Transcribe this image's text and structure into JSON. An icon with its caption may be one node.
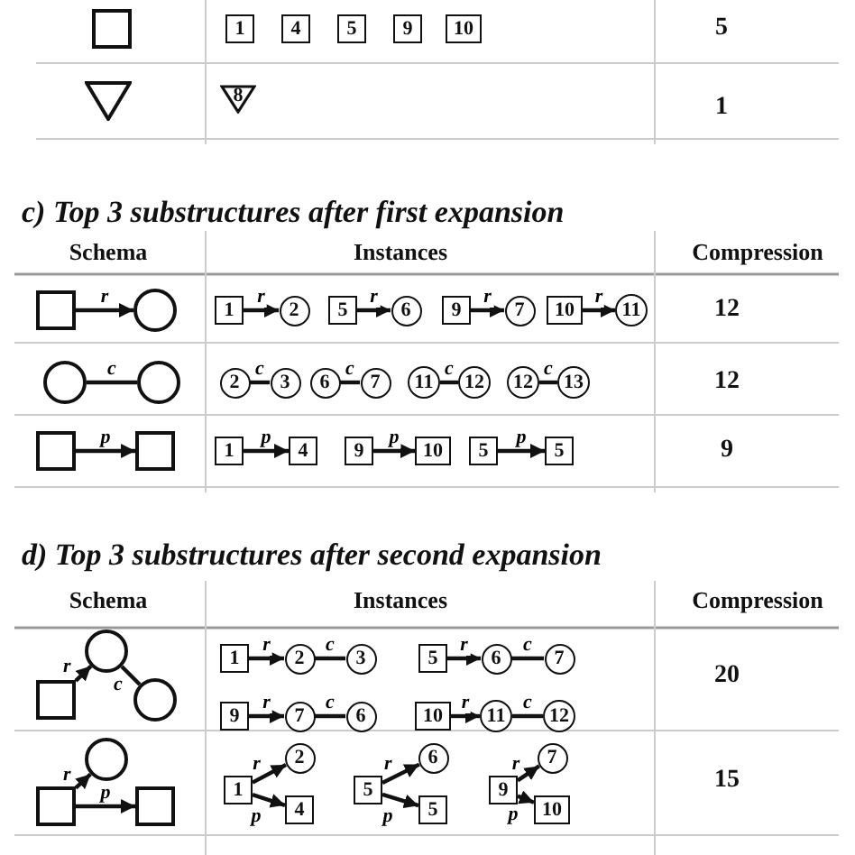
{
  "diagram": {
    "nodes": [
      {
        "text": [],
        "shape": "box"
      },
      {
        "text": [
          "1"
        ]
      },
      {
        "text": [
          "4"
        ]
      },
      {
        "text": [
          "5"
        ]
      },
      {
        "text": [
          "9"
        ]
      },
      {
        "text": [
          "10"
        ]
      },
      {
        "text": [],
        "shape": "triangle"
      },
      {
        "text": [
          "8"
        ]
      },
      {
        "text": [],
        "shape": "box"
      },
      {
        "text": [],
        "shape": "circle"
      },
      {
        "text": [
          "1"
        ]
      },
      {
        "text": [
          "2"
        ]
      },
      {
        "text": [
          "5"
        ]
      },
      {
        "text": [
          "6"
        ]
      },
      {
        "text": [
          "9"
        ]
      },
      {
        "text": [
          "7"
        ]
      },
      {
        "text": [
          "10"
        ]
      },
      {
        "text": [
          "11"
        ]
      },
      {
        "text": [],
        "shape": "circle"
      },
      {
        "text": [],
        "shape": "circle"
      },
      {
        "text": [
          "2"
        ]
      },
      {
        "text": [
          "3"
        ]
      },
      {
        "text": [
          "6"
        ]
      },
      {
        "text": [
          "7"
        ]
      },
      {
        "text": [
          "11"
        ]
      },
      {
        "text": [
          "12"
        ]
      },
      {
        "text": [
          "12"
        ]
      },
      {
        "text": [
          "13"
        ]
      },
      {
        "text": [],
        "shape": "box"
      },
      {
        "text": [],
        "shape": "box"
      },
      {
        "text": [
          "1"
        ]
      },
      {
        "text": [
          "4"
        ]
      },
      {
        "text": [
          "9"
        ]
      },
      {
        "text": [
          "10"
        ]
      },
      {
        "text": [
          "5"
        ]
      },
      {
        "text": [
          "5"
        ]
      },
      {
        "text": [],
        "shape": "circle"
      },
      {
        "text": [],
        "shape": "box"
      },
      {
        "text": [],
        "shape": "circle"
      },
      {
        "text": [
          "1"
        ]
      },
      {
        "text": [
          "2"
        ]
      },
      {
        "text": [
          "3"
        ]
      },
      {
        "text": [
          "5"
        ]
      },
      {
        "text": [
          "6"
        ]
      },
      {
        "text": [
          "7"
        ]
      },
      {
        "text": [
          "9"
        ]
      },
      {
        "text": [
          "7"
        ]
      },
      {
        "text": [
          "6"
        ]
      },
      {
        "text": [
          "10"
        ]
      },
      {
        "text": [
          "11"
        ]
      },
      {
        "text": [
          "12"
        ]
      },
      {
        "text": [],
        "shape": "circle"
      },
      {
        "text": [],
        "shape": "box"
      },
      {
        "text": [],
        "shape": "box"
      },
      {
        "text": [
          "1"
        ]
      },
      {
        "text": [
          "2"
        ]
      },
      {
        "text": [
          "4"
        ]
      },
      {
        "text": [
          "5"
        ]
      },
      {
        "text": [
          "6"
        ]
      },
      {
        "text": [
          "5"
        ]
      },
      {
        "text": [
          "9"
        ]
      },
      {
        "text": [
          "7"
        ]
      },
      {
        "text": [
          "10"
        ]
      }
    ],
    "edges": [
      {
        "from": 8,
        "to": 9,
        "arrow": "to",
        "label": "r"
      },
      {
        "from": 10,
        "to": 11,
        "arrow": "to",
        "label": "r"
      },
      {
        "from": 12,
        "to": 13,
        "arrow": "to",
        "label": "r"
      },
      {
        "from": 14,
        "to": 15,
        "arrow": "to",
        "label": "r"
      },
      {
        "from": 16,
        "to": 17,
        "arrow": "to",
        "label": "r"
      },
      {
        "from": 18,
        "to": 19,
        "arrow": "none",
        "label": "c"
      },
      {
        "from": 20,
        "to": 21,
        "arrow": "none",
        "label": "c"
      },
      {
        "from": 22,
        "to": 23,
        "arrow": "none",
        "label": "c"
      },
      {
        "from": 24,
        "to": 25,
        "arrow": "none",
        "label": "c"
      },
      {
        "from": 26,
        "to": 27,
        "arrow": "none",
        "label": "c"
      },
      {
        "from": 28,
        "to": 29,
        "arrow": "to",
        "label": "p"
      },
      {
        "from": 30,
        "to": 31,
        "arrow": "to",
        "label": "p"
      },
      {
        "from": 32,
        "to": 33,
        "arrow": "to",
        "label": "p"
      },
      {
        "from": 34,
        "to": 35,
        "arrow": "to",
        "label": "p"
      },
      {
        "from": 37,
        "to": 36,
        "arrow": "to",
        "label": "r"
      },
      {
        "from": 36,
        "to": 38,
        "arrow": "none",
        "label": "c"
      },
      {
        "from": 39,
        "to": 40,
        "arrow": "to",
        "label": "r"
      },
      {
        "from": 40,
        "to": 41,
        "arrow": "none",
        "label": "c"
      },
      {
        "from": 42,
        "to": 43,
        "arrow": "to",
        "label": "r"
      },
      {
        "from": 43,
        "to": 44,
        "arrow": "none",
        "label": "c"
      },
      {
        "from": 45,
        "to": 46,
        "arrow": "to",
        "label": "r"
      },
      {
        "from": 46,
        "to": 47,
        "arrow": "none",
        "label": "c"
      },
      {
        "from": 48,
        "to": 49,
        "arrow": "to",
        "label": "r"
      },
      {
        "from": 49,
        "to": 50,
        "arrow": "none",
        "label": "c"
      },
      {
        "from": 52,
        "to": 51,
        "arrow": "to",
        "label": "r"
      },
      {
        "from": 52,
        "to": 53,
        "arrow": "to",
        "label": "p"
      },
      {
        "from": 54,
        "to": 55,
        "arrow": "to",
        "label": "r"
      },
      {
        "from": 54,
        "to": 56,
        "arrow": "to",
        "label": "p"
      },
      {
        "from": 57,
        "to": 58,
        "arrow": "to",
        "label": "r"
      },
      {
        "from": 57,
        "to": 59,
        "arrow": "to",
        "label": "p"
      },
      {
        "from": 60,
        "to": 61,
        "arrow": "to",
        "label": "r"
      },
      {
        "from": 60,
        "to": 62,
        "arrow": "to",
        "label": "p"
      }
    ],
    "labels": [
      "5",
      "1",
      "c) Top 3 substructures after first expansion",
      "Schema",
      "Instances",
      "Compression",
      "12",
      "12",
      "9",
      "d) Top 3 substructures after second expansion",
      "Schema",
      "Instances",
      "Compression",
      "20",
      "15"
    ]
  }
}
